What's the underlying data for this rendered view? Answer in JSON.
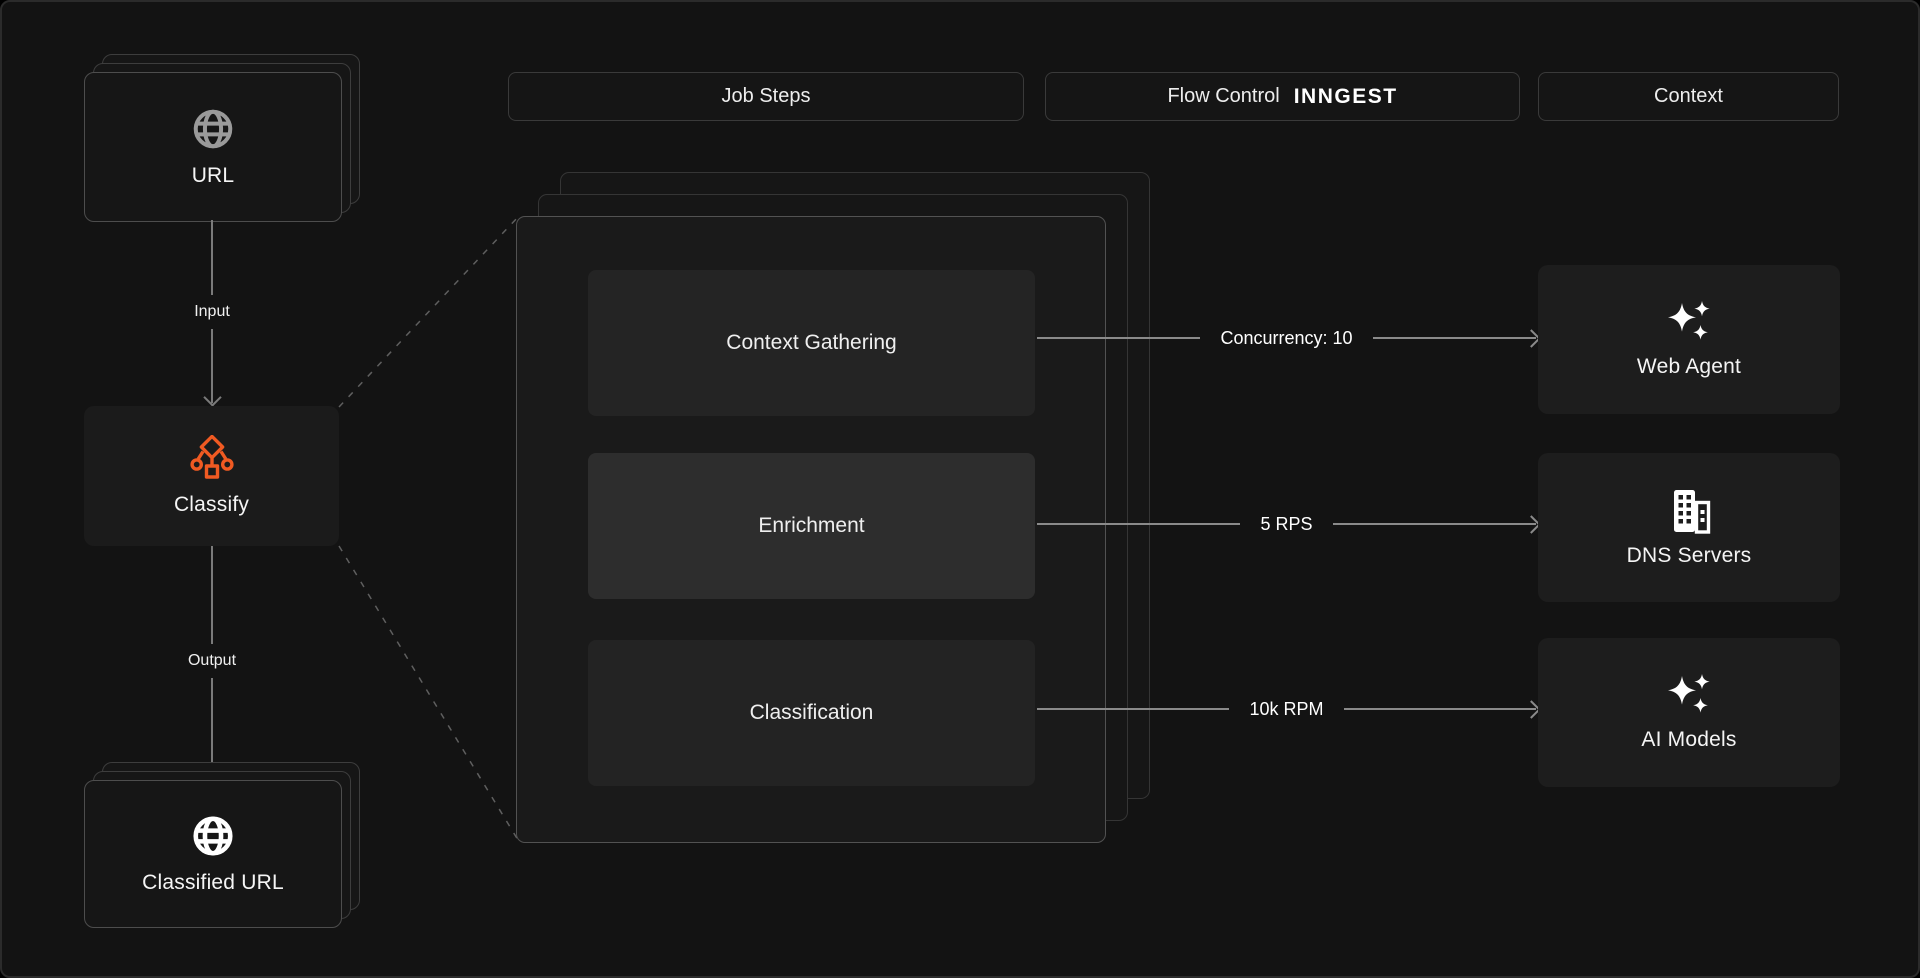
{
  "colors": {
    "background": "#131313",
    "card_background": "#1a1a1a",
    "accent_orange": "#f05a22",
    "arrow_gray": "#8a8a8a",
    "text": "#f2f2f2"
  },
  "headers": {
    "job_steps": {
      "label": "Job Steps"
    },
    "flow_control": {
      "label": "Flow Control",
      "logo": "INNGEST"
    },
    "context": {
      "label": "Context"
    }
  },
  "left_column": {
    "input_stack": {
      "label": "URL",
      "icon": "globe-icon"
    },
    "input_arrow": {
      "label": "Input"
    },
    "classify": {
      "label": "Classify",
      "icon": "classify-tree-icon"
    },
    "output_arrow": {
      "label": "Output"
    },
    "output_stack": {
      "label": "Classified URL",
      "icon": "globe-icon"
    }
  },
  "job_card": {
    "steps": [
      {
        "label": "Context Gathering"
      },
      {
        "label": "Enrichment"
      },
      {
        "label": "Classification"
      }
    ]
  },
  "flow_arrows": [
    {
      "label": "Concurrency: 10"
    },
    {
      "label": "5 RPS"
    },
    {
      "label": "10k RPM"
    }
  ],
  "context_nodes": [
    {
      "label": "Web Agent",
      "icon": "sparkles-icon"
    },
    {
      "label": "DNS Servers",
      "icon": "building-icon"
    },
    {
      "label": "AI Models",
      "icon": "sparkles-icon"
    }
  ]
}
